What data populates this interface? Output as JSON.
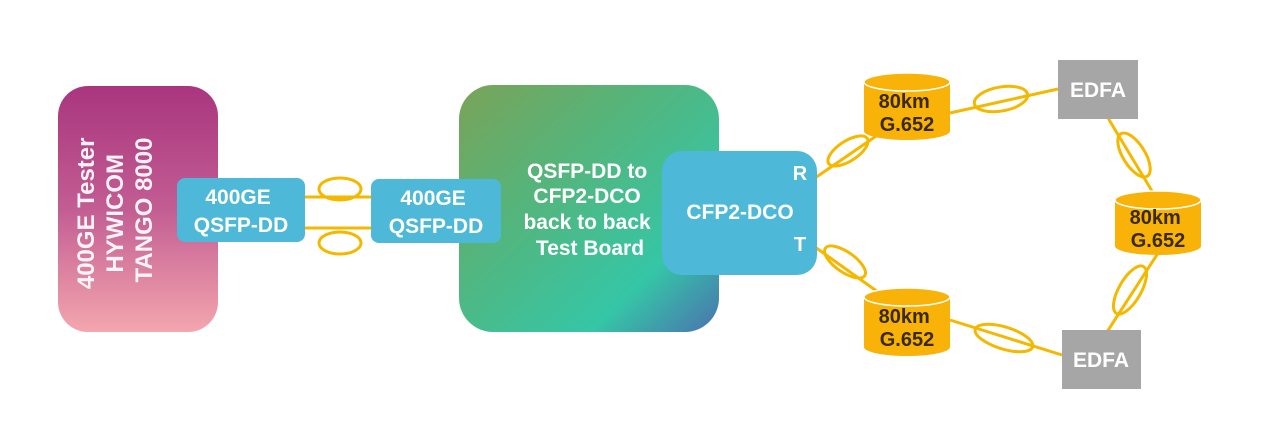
{
  "tester": {
    "lines": [
      "400GE Tester",
      "HYWICOM",
      "TANGO 8000"
    ]
  },
  "tester_port": {
    "lines": [
      "400GE",
      "QSFP-DD"
    ]
  },
  "board_port": {
    "lines": [
      "400GE",
      "QSFP-DD"
    ]
  },
  "board": {
    "lines": [
      "QSFP-DD to",
      "CFP2-DCO",
      "back to back",
      "Test Board"
    ]
  },
  "cfp2": {
    "label": "CFP2-DCO",
    "rx_label": "R",
    "tx_label": "T"
  },
  "spools": {
    "upper": {
      "lines": [
        "80km",
        "G.652"
      ]
    },
    "right": {
      "lines": [
        "80km",
        "G.652"
      ]
    },
    "lower": {
      "lines": [
        "80km",
        "G.652"
      ]
    }
  },
  "amplifiers": {
    "upper": {
      "label": "EDFA"
    },
    "lower": {
      "label": "EDFA"
    }
  },
  "colors": {
    "fiber": "#f5b800",
    "port_blue": "#4db8d8",
    "spool_orange": "#f8b208",
    "edfa_gray": "#a6a6a6",
    "tester_top": "#a9357e",
    "tester_bottom": "#f2a0ac",
    "board_green": "#3dbf98"
  }
}
